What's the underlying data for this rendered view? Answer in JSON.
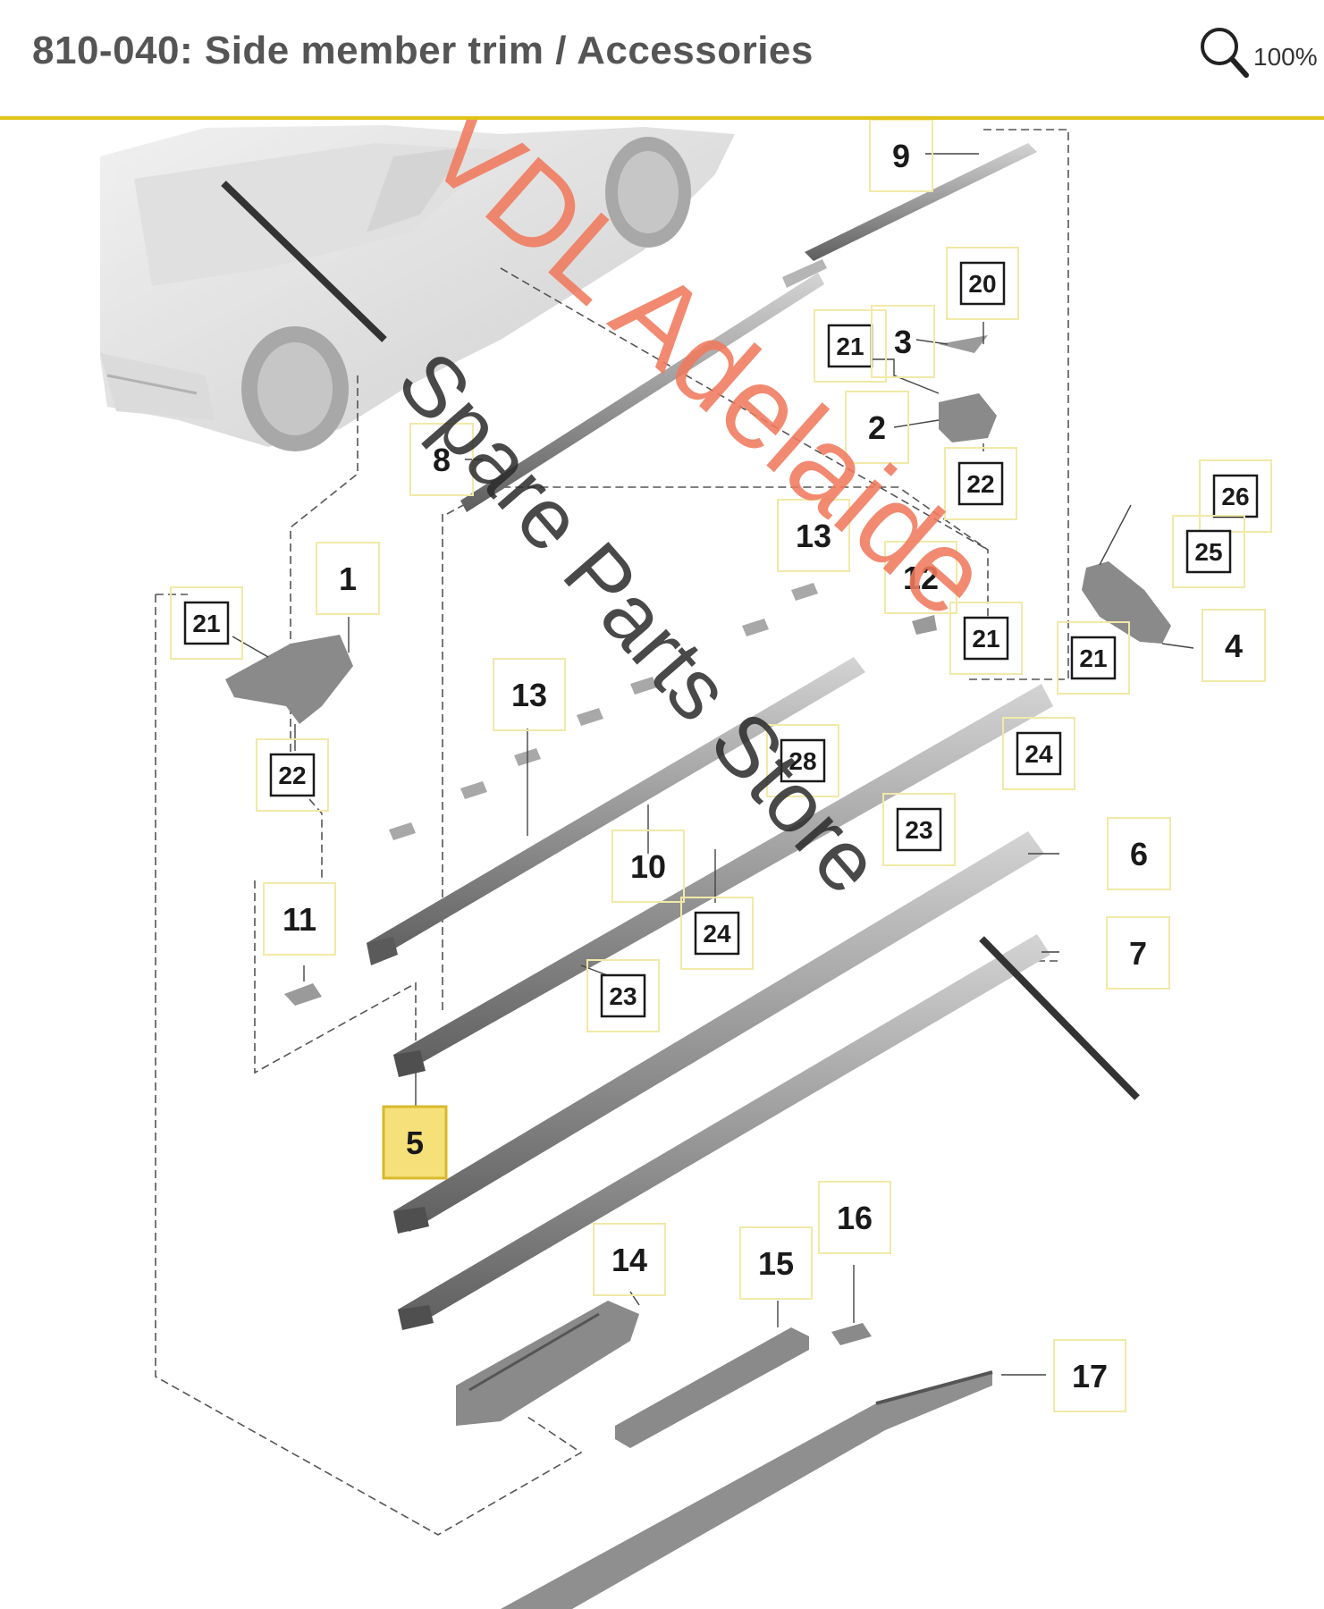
{
  "header": {
    "title": "810-040: Side member trim / Accessories",
    "zoom_label": "100%",
    "zoom_icon": "magnifier-icon",
    "accent_color": "#e2c318"
  },
  "watermark": {
    "line1": "VDL Adelaide",
    "line2": "Spare Parts Store",
    "color": "#f07a5e"
  },
  "callouts": [
    {
      "id": "c9",
      "label": "9",
      "boxed": false,
      "highlight": false
    },
    {
      "id": "c20",
      "label": "20",
      "boxed": true,
      "highlight": false
    },
    {
      "id": "c21a",
      "label": "21",
      "boxed": true,
      "highlight": false
    },
    {
      "id": "c3",
      "label": "3",
      "boxed": false,
      "highlight": false
    },
    {
      "id": "c2",
      "label": "2",
      "boxed": false,
      "highlight": false
    },
    {
      "id": "c22a",
      "label": "22",
      "boxed": true,
      "highlight": false
    },
    {
      "id": "c8",
      "label": "8",
      "boxed": false,
      "highlight": false
    },
    {
      "id": "c26",
      "label": "26",
      "boxed": true,
      "highlight": false
    },
    {
      "id": "c25",
      "label": "25",
      "boxed": true,
      "highlight": false
    },
    {
      "id": "c13a",
      "label": "13",
      "boxed": false,
      "highlight": false
    },
    {
      "id": "c12",
      "label": "12",
      "boxed": false,
      "highlight": false
    },
    {
      "id": "c1",
      "label": "1",
      "boxed": false,
      "highlight": false
    },
    {
      "id": "c21b",
      "label": "21",
      "boxed": true,
      "highlight": false
    },
    {
      "id": "c21c",
      "label": "21",
      "boxed": true,
      "highlight": false
    },
    {
      "id": "c21d",
      "label": "21",
      "boxed": true,
      "highlight": false
    },
    {
      "id": "c4",
      "label": "4",
      "boxed": false,
      "highlight": false
    },
    {
      "id": "c13b",
      "label": "13",
      "boxed": false,
      "highlight": false
    },
    {
      "id": "c22b",
      "label": "22",
      "boxed": true,
      "highlight": false
    },
    {
      "id": "c24a",
      "label": "24",
      "boxed": true,
      "highlight": false
    },
    {
      "id": "c23a",
      "label": "23",
      "boxed": true,
      "highlight": false
    },
    {
      "id": "c28",
      "label": "28",
      "boxed": true,
      "highlight": false
    },
    {
      "id": "c10",
      "label": "10",
      "boxed": false,
      "highlight": false
    },
    {
      "id": "c6",
      "label": "6",
      "boxed": false,
      "highlight": false
    },
    {
      "id": "c11",
      "label": "11",
      "boxed": false,
      "highlight": false
    },
    {
      "id": "c24b",
      "label": "24",
      "boxed": true,
      "highlight": false
    },
    {
      "id": "c7",
      "label": "7",
      "boxed": false,
      "highlight": false
    },
    {
      "id": "c23b",
      "label": "23",
      "boxed": true,
      "highlight": false
    },
    {
      "id": "c5",
      "label": "5",
      "boxed": false,
      "highlight": true
    },
    {
      "id": "c16",
      "label": "16",
      "boxed": false,
      "highlight": false
    },
    {
      "id": "c14",
      "label": "14",
      "boxed": false,
      "highlight": false
    },
    {
      "id": "c15",
      "label": "15",
      "boxed": false,
      "highlight": false
    },
    {
      "id": "c17",
      "label": "17",
      "boxed": false,
      "highlight": false
    }
  ]
}
